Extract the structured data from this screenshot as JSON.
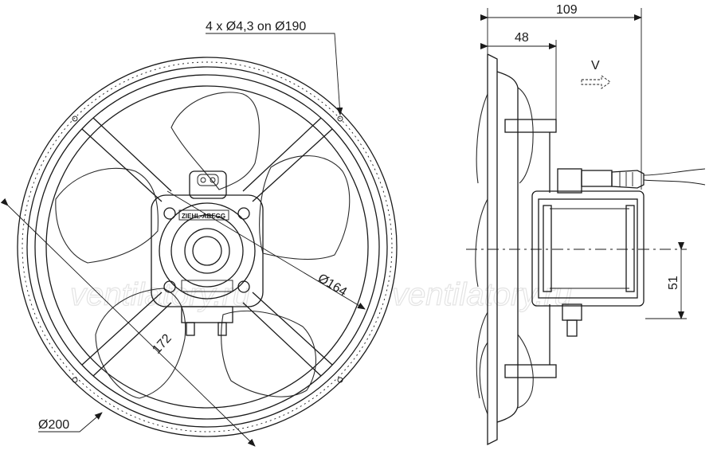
{
  "front_view": {
    "holes_label": "4 x Ø4,3 on Ø190",
    "dia_164": "Ø164",
    "dia_200": "Ø200",
    "dim_172": "172",
    "nameplate": "ZIEHL-ABEGG"
  },
  "side_view": {
    "dim_109": "109",
    "dim_48": "48",
    "dim_51": "51",
    "airflow": "V"
  },
  "watermarks": [
    "ventilatory.ru",
    "ventilatory.ru"
  ]
}
